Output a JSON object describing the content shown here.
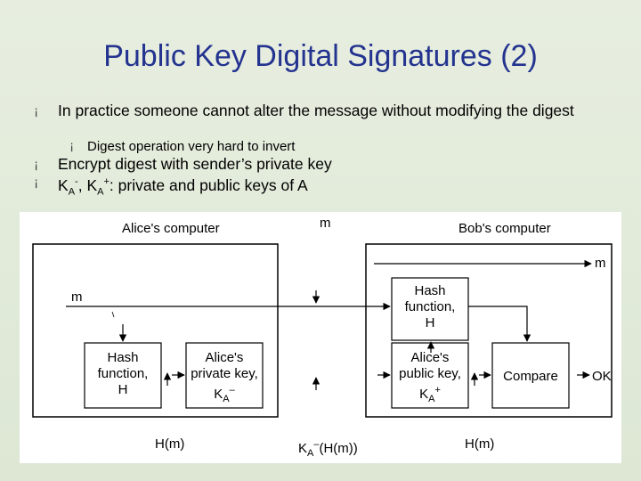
{
  "slide": {
    "title": "Public Key Digital Signatures (2)",
    "bullets": [
      {
        "level": 1,
        "marker": "¡",
        "text": "In practice someone cannot alter the message without modifying the digest"
      },
      {
        "level": 2,
        "marker": "¡",
        "text": "Digest operation very hard to invert"
      },
      {
        "level": 1,
        "marker": "¡",
        "text_parts": [
          "Encrypt digest with sender’s private key"
        ]
      },
      {
        "level": 1,
        "marker": "¡",
        "k": "K",
        "a": "A",
        "minus": "-",
        "comma": ", ",
        "plus": "+",
        "rest": ": private and public keys of A"
      }
    ]
  },
  "diagram": {
    "alice_computer": "Alice's computer",
    "bob_computer": "Bob's computer",
    "m_top": "m",
    "m_right": "m",
    "m_left": "m",
    "hash_alice_line1": "Hash",
    "hash_alice_line2": "function,",
    "hash_alice_line3": "H",
    "alice_key_line1": "Alice's",
    "alice_key_line2": "private key,",
    "alice_key_k": "K",
    "alice_key_a": "A",
    "alice_key_sup": "–",
    "hash_bob_line1": "Hash",
    "hash_bob_line2": "function,",
    "hash_bob_line3": "H",
    "bob_key_line1": "Alice's",
    "bob_key_line2": "public key,",
    "bob_key_k": "K",
    "bob_key_a": "A",
    "bob_key_sup": "+",
    "compare": "Compare",
    "ok": "OK",
    "hm_left": "H(m)",
    "ka_k": "K",
    "ka_a": "A",
    "ka_sup": "–",
    "ka_rest": "(H(m))",
    "hm_right": "H(m)"
  },
  "colors": {
    "title": "#23338f",
    "background": "#e2eadb"
  }
}
